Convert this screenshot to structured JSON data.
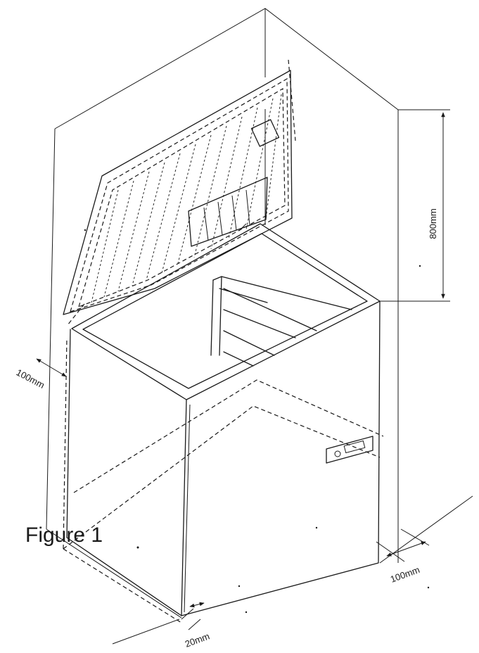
{
  "figure": {
    "caption": "Figure 1"
  },
  "dimensions": {
    "height_clearance": "800mm",
    "left_clearance": "100mm",
    "right_clearance": "100mm",
    "front_clearance": "20mm"
  }
}
